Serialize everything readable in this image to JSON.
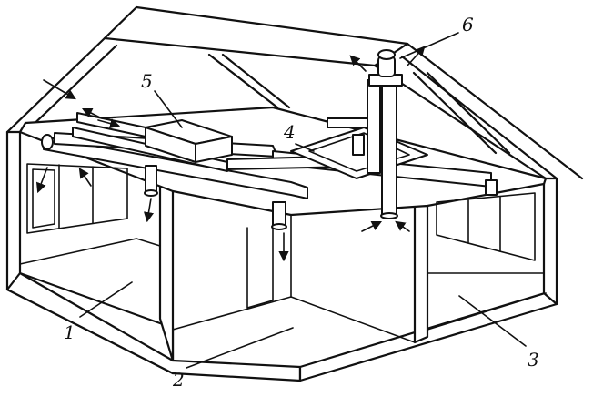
{
  "labels": {
    "room_left": "1",
    "room_middle": "2",
    "room_right": "3",
    "heat_exchanger": "4",
    "air_handler": "5",
    "roof_vent": "6"
  }
}
